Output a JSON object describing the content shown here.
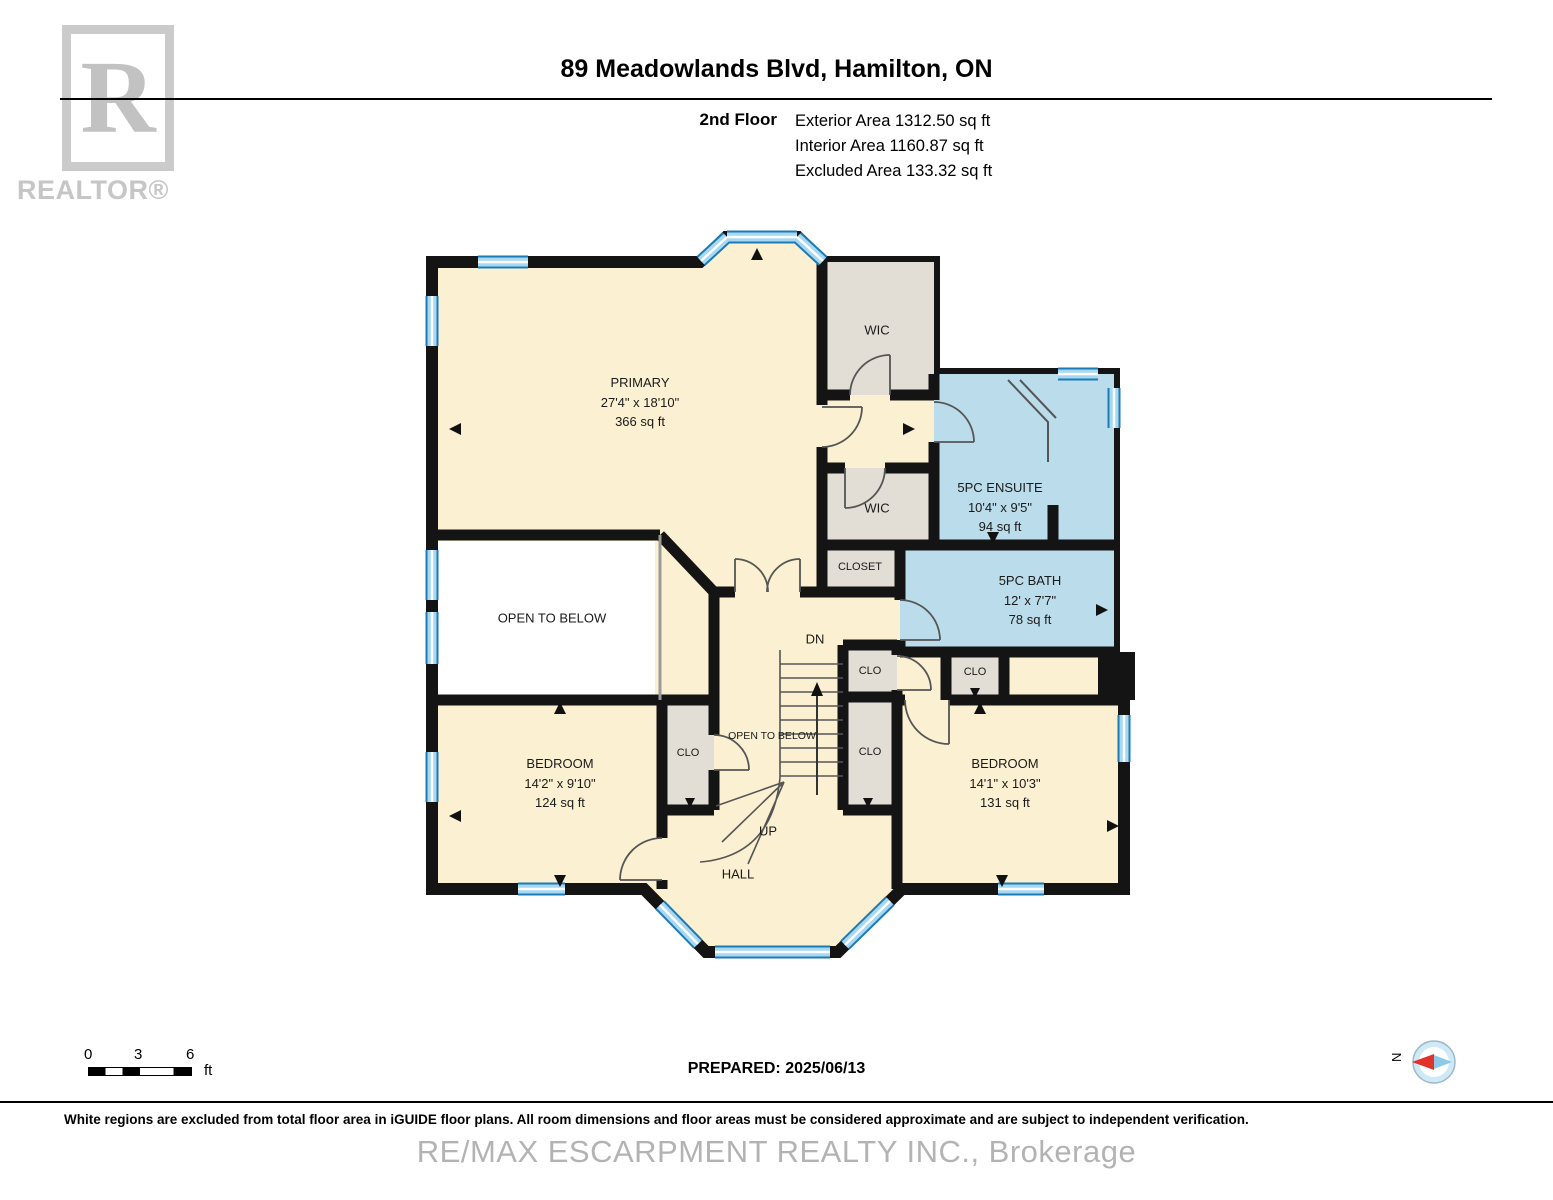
{
  "colors": {
    "cream": "#FBF1D2",
    "blue": "#BBDCEA",
    "gray": "#E2DED6",
    "wall": "#141414",
    "winD": "#1D7AB5",
    "winL": "#A6D8F2"
  },
  "logo": {
    "letter": "R",
    "label": "REALTOR®"
  },
  "header": {
    "title": "89 Meadowlands Blvd, Hamilton, ON",
    "floor_label": "2nd Floor",
    "areas": [
      "Exterior Area 1312.50 sq ft",
      "Interior Area 1160.87 sq ft",
      "Excluded Area 133.32 sq ft"
    ]
  },
  "rooms": {
    "primary": {
      "name": "PRIMARY",
      "dims": "27'4\" x 18'10\"",
      "area": "366 sq ft"
    },
    "wic_top": {
      "name": "WIC"
    },
    "wic_mid": {
      "name": "WIC"
    },
    "ensuite": {
      "name": "5PC ENSUITE",
      "dims": "10'4\" x 9'5\"",
      "area": "94 sq ft"
    },
    "closet": {
      "name": "CLOSET"
    },
    "bath": {
      "name": "5PC BATH",
      "dims": "12' x 7'7\"",
      "area": "78 sq ft"
    },
    "open_to_below_left": {
      "name": "OPEN TO BELOW"
    },
    "open_to_below_stairs": {
      "name": "OPEN TO BELOW"
    },
    "bedroom_left": {
      "name": "BEDROOM",
      "dims": "14'2\" x 9'10\"",
      "area": "124 sq ft"
    },
    "bedroom_right": {
      "name": "BEDROOM",
      "dims": "14'1\" x 10'3\"",
      "area": "131 sq ft"
    },
    "clo_left": {
      "name": "CLO"
    },
    "clo_upper": {
      "name": "CLO"
    },
    "clo_lower": {
      "name": "CLO"
    },
    "clo_right": {
      "name": "CLO"
    },
    "hall": {
      "name": "HALL"
    },
    "stairs_dn": "DN",
    "stairs_up": "UP"
  },
  "footer": {
    "scale_marks": [
      "0",
      "3",
      "6"
    ],
    "scale_unit": "ft",
    "prepared": "PREPARED: 2025/06/13",
    "compass_n": "N",
    "disclaimer": "White regions are excluded from total floor area in iGUIDE floor plans. All room dimensions and floor areas must be considered approximate and are subject to independent verification.",
    "watermark": "RE/MAX ESCARPMENT REALTY INC., Brokerage"
  }
}
